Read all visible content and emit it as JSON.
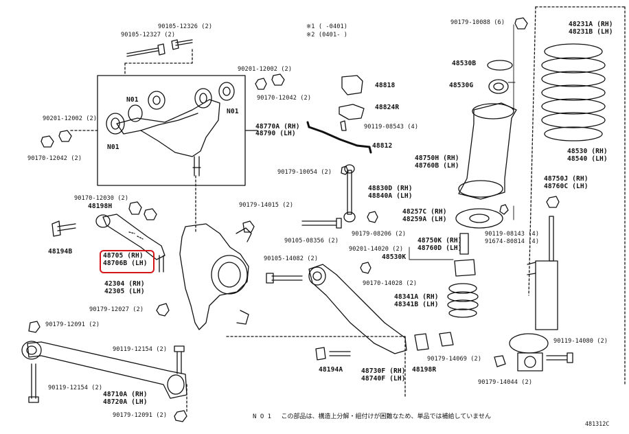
{
  "diagram": {
    "date_notes": [
      "※1 (     -0401)",
      "※2 (0401-     )"
    ],
    "footer_note": "N O 1　 この部品は、構造上分解・組付けが困難なため、単品では補給していません",
    "figure_id": "481312C",
    "highlight_color": "#d4161b",
    "labels": [
      {
        "id": "l1",
        "text": "90105-12326 (2)"
      },
      {
        "id": "l2",
        "text": "90105-12327 (2)"
      },
      {
        "id": "l3",
        "text": "90201-12002 (2)"
      },
      {
        "id": "l4",
        "text": "90170-12042 (2)"
      },
      {
        "id": "l5",
        "text": "N01"
      },
      {
        "id": "l6",
        "text": "N01"
      },
      {
        "id": "l7",
        "text": "N01"
      },
      {
        "id": "l8",
        "text": "90201-12002 (2)"
      },
      {
        "id": "l9",
        "text": "48770A (RH)"
      },
      {
        "id": "l10",
        "text": "48790 (LH)"
      },
      {
        "id": "l11",
        "text": "90170-12042 (2)"
      },
      {
        "id": "l12",
        "text": "48818"
      },
      {
        "id": "l13",
        "text": "48824R"
      },
      {
        "id": "l14",
        "text": "90119-08543 (4)"
      },
      {
        "id": "l15",
        "text": "48812"
      },
      {
        "id": "l16",
        "text": "90179-10054 (2)"
      },
      {
        "id": "l17",
        "text": "48830D (RH)"
      },
      {
        "id": "l18",
        "text": "48840A (LH)"
      },
      {
        "id": "l19",
        "text": "90179-10088 (6)"
      },
      {
        "id": "l20",
        "text": "48231A (RH)"
      },
      {
        "id": "l21",
        "text": "48231B (LH)"
      },
      {
        "id": "l22",
        "text": "48530B"
      },
      {
        "id": "l23",
        "text": "48530G"
      },
      {
        "id": "l24",
        "text": "48750H (RH)"
      },
      {
        "id": "l25",
        "text": "48760B (LH)"
      },
      {
        "id": "l26",
        "text": "48530 (RH)"
      },
      {
        "id": "l27",
        "text": "48540 (LH)"
      },
      {
        "id": "l28",
        "text": "48750J (RH)"
      },
      {
        "id": "l29",
        "text": "48760C (LH)"
      },
      {
        "id": "l30",
        "text": "90170-12030 (2)"
      },
      {
        "id": "l31",
        "text": "48198H"
      },
      {
        "id": "l32",
        "text": "90179-14015 (2)"
      },
      {
        "id": "l33",
        "text": "48257C (RH)"
      },
      {
        "id": "l34",
        "text": "48259A (LH)"
      },
      {
        "id": "l35",
        "text": "90119-08143 (4)"
      },
      {
        "id": "l36",
        "text": "91674-80814 (4)"
      },
      {
        "id": "l37",
        "text": "48194B"
      },
      {
        "id": "l38",
        "text": "90105-08356 (2)"
      },
      {
        "id": "l39",
        "text": "90179-08206 (2)"
      },
      {
        "id": "l40",
        "text": "48750K (RH)"
      },
      {
        "id": "l41",
        "text": "48760D (LH)"
      },
      {
        "id": "l42",
        "text": "48705 (RH)"
      },
      {
        "id": "l43",
        "text": "48706B (LH)"
      },
      {
        "id": "l44",
        "text": "90201-14020 (2)"
      },
      {
        "id": "l45",
        "text": "48530K"
      },
      {
        "id": "l46",
        "text": "90105-14082 (2)"
      },
      {
        "id": "l47",
        "text": "42304 (RH)"
      },
      {
        "id": "l48",
        "text": "42305 (LH)"
      },
      {
        "id": "l49",
        "text": "90170-14028 (2)"
      },
      {
        "id": "l50",
        "text": "48341A (RH)"
      },
      {
        "id": "l51",
        "text": "48341B (LH)"
      },
      {
        "id": "l52",
        "text": "90179-12027 (2)"
      },
      {
        "id": "l53",
        "text": "90179-12091 (2)"
      },
      {
        "id": "l54",
        "text": "90119-14080 (2)"
      },
      {
        "id": "l55",
        "text": "90119-12154 (2)"
      },
      {
        "id": "l56",
        "text": "90179-14069 (2)"
      },
      {
        "id": "l57",
        "text": "48194A"
      },
      {
        "id": "l58",
        "text": "48730F (RH)"
      },
      {
        "id": "l59",
        "text": "48740F (LH)"
      },
      {
        "id": "l60",
        "text": "48198R"
      },
      {
        "id": "l61",
        "text": "90179-14044 (2)"
      },
      {
        "id": "l62",
        "text": "90119-12154 (2)"
      },
      {
        "id": "l63",
        "text": "48710A (RH)"
      },
      {
        "id": "l64",
        "text": "48720A (LH)"
      },
      {
        "id": "l65",
        "text": "90179-12091 (2)"
      }
    ]
  }
}
